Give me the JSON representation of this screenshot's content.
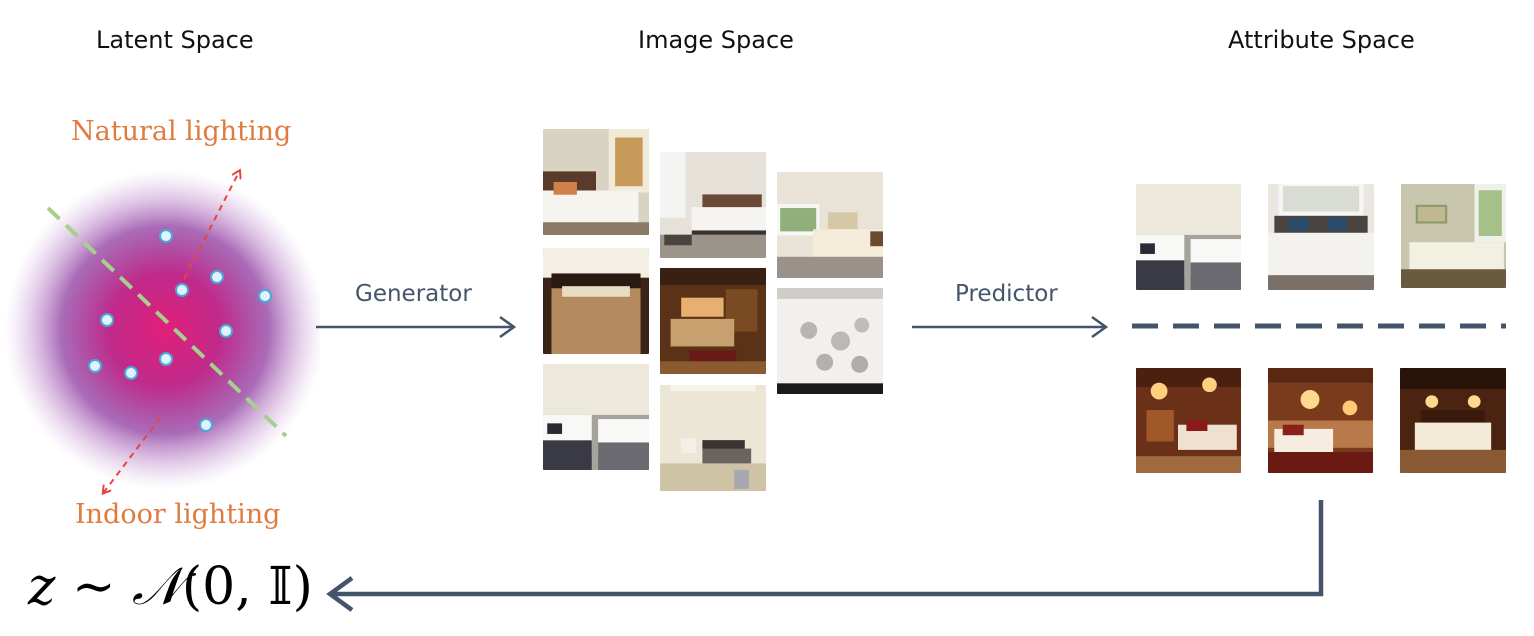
{
  "titles": {
    "latent": "Latent Space",
    "image": "Image Space",
    "attribute": "Attribute Space"
  },
  "latent": {
    "positive_label": "Natural lighting",
    "negative_label": "Indoor lighting",
    "positive_color": "#e07b3f",
    "negative_color": "#e07b3f",
    "direction_arrow_color": "#e8453c",
    "boundary_color": "#a8d08d",
    "point_color": "#5bc0eb"
  },
  "arrows": {
    "generator_label": "Generator",
    "predictor_label": "Predictor",
    "color": "#44546a"
  },
  "formula": {
    "var": "z",
    "rel": "∼",
    "dist": "𝒩",
    "args": "(0, 𝕀)"
  }
}
